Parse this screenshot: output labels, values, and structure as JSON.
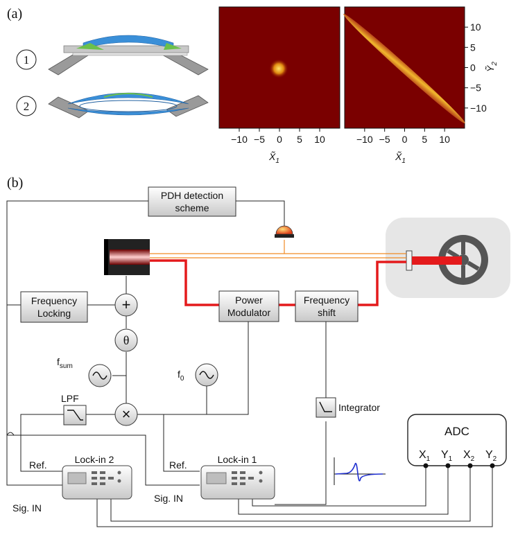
{
  "panel_labels": {
    "a": "(a)",
    "b": "(b)"
  },
  "mode_labels": [
    "①",
    "②"
  ],
  "plots": {
    "ticks": [
      "−10",
      "−5",
      "0",
      "5",
      "10"
    ],
    "right_ticks": [
      "10",
      "5",
      "0",
      "−5",
      "−10"
    ],
    "x_label_sym": "X̃",
    "x_label_sub": "1",
    "y_label_sym": "Ỹ",
    "y_label_sub": "2"
  },
  "schematic": {
    "pdh_line1": "PDH detection",
    "pdh_line2": "scheme",
    "freq_lock_line1": "Frequency",
    "freq_lock_line2": "Locking",
    "power_mod_line1": "Power",
    "power_mod_line2": "Modulator",
    "freq_shift_line1": "Frequency",
    "freq_shift_line2": "shift",
    "plus": "+",
    "theta": "θ",
    "times": "×",
    "fsum_main": "f",
    "fsum_sub": "sum",
    "f0_main": "f",
    "f0_sub": "0",
    "lpf": "LPF",
    "integrator": "Integrator",
    "ref": "Ref.",
    "lockin2": "Lock-in 2",
    "lockin1": "Lock-in 1",
    "sig_in": "Sig. IN",
    "adc": "ADC",
    "adc_ch": [
      "X",
      "Y",
      "X",
      "Y"
    ],
    "adc_sub": [
      "1",
      "1",
      "2",
      "2"
    ]
  },
  "colors": {
    "beam_red": "#e41a1c",
    "beam_orange": "#f08a24",
    "plot_bg": "#7a0000",
    "chamber": "#e6e6e6",
    "error_signal": "#1f2fd0"
  }
}
